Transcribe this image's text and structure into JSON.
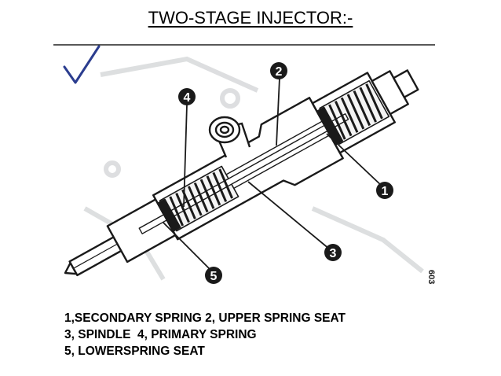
{
  "title": "TWO-STAGE INJECTOR:-",
  "diagram": {
    "callouts": [
      {
        "number": "1"
      },
      {
        "number": "2"
      },
      {
        "number": "3"
      },
      {
        "number": "4"
      },
      {
        "number": "5"
      }
    ],
    "margin_text": "603"
  },
  "caption": {
    "lines": [
      "1,SECONDARY SPRING 2, UPPER SPRING SEAT",
      "3, SPINDLE  4, PRIMARY SPRING",
      "5, LOWERSPRING SEAT"
    ]
  },
  "colors": {
    "ink": "#1a1a1a",
    "checkmark": "#2b3d8f",
    "ghost_bleed": "#c8cacc"
  }
}
